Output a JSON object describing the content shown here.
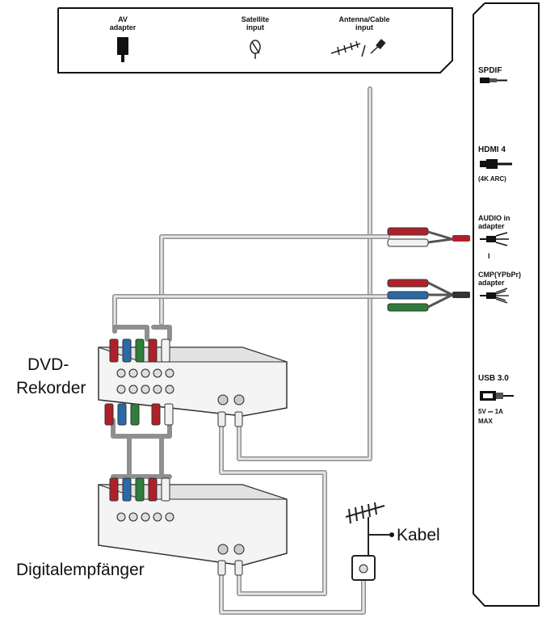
{
  "top_panel": {
    "av_line1": "AV",
    "av_line2": "adapter",
    "sat_line1": "Satellite",
    "sat_line2": "input",
    "ant_line1": "Antenna/Cable",
    "ant_line2": "input"
  },
  "side_panel": {
    "spdif": "SPDIF",
    "hdmi": "HDMI 4",
    "hdmi_note": "(4K ARC)",
    "audio_line1": "AUDIO in",
    "audio_line2": "adapter",
    "audio_sep": "I",
    "cmp_line1": "CMP(YPbPr)",
    "cmp_line2": "adapter",
    "usb": "USB 3.0",
    "usb_power": "5V ⎓ 1A",
    "usb_max": "MAX"
  },
  "devices": {
    "dvd_line1": "DVD-",
    "dvd_line2": "Rekorder",
    "receiver": "Digitalempfänger",
    "cable": "Kabel"
  },
  "colors": {
    "red": "#b0202a",
    "green": "#2e7d3a",
    "blue": "#2a6aa8",
    "white": "#f2f2f2",
    "cable_gray": "#8f8f8f"
  }
}
